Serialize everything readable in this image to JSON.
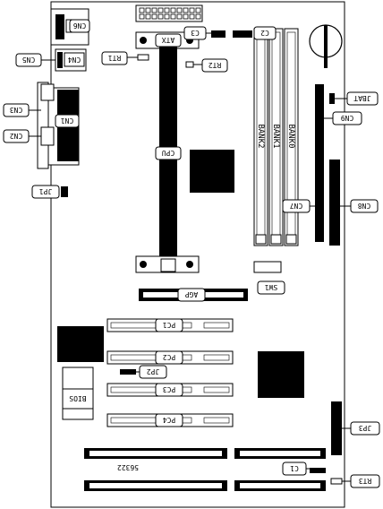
{
  "labels": {
    "cn6": "CN6",
    "cn5": "CN5",
    "cn4": "CN4",
    "cn3": "CN3",
    "cn1": "CN1",
    "cn2": "CN2",
    "jp1": "JP1",
    "rt1": "RT1",
    "rt2": "RT2",
    "atx": "ATX",
    "c3": "C3",
    "c2": "C2",
    "cpu": "CPU",
    "bank2": "BANK2",
    "bank1": "BANK1",
    "bank0": "BANK0",
    "jbat": "JBAT",
    "cn9": "CN9",
    "cn8": "CN8",
    "cn7": "CN7",
    "sw1": "SW1",
    "agp": "AGP",
    "pc1": "PC1",
    "pc2": "PC2",
    "pc3": "PC3",
    "pc4": "PC4",
    "jp2": "JP2",
    "bios": "BIOS",
    "jp3": "JP3",
    "c1": "C1",
    "rt3": "RT3",
    "board_id": "56322"
  }
}
